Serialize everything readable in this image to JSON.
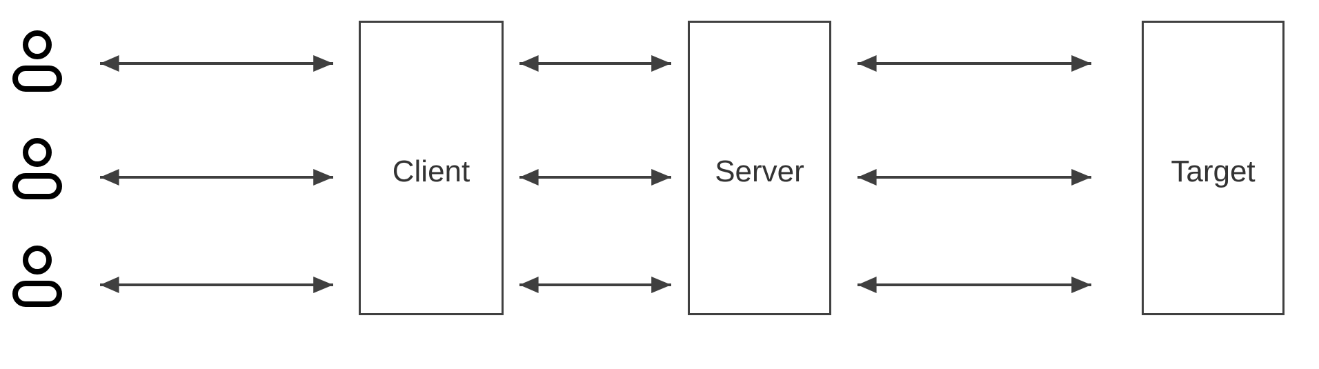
{
  "nodes": [
    {
      "id": "client",
      "label": "Client"
    },
    {
      "id": "server",
      "label": "Server"
    },
    {
      "id": "target",
      "label": "Target"
    }
  ],
  "users": {
    "count": 3,
    "icon": "person-icon"
  },
  "connections": [
    {
      "from": "users",
      "to": "client",
      "type": "bidirectional",
      "count": 3
    },
    {
      "from": "client",
      "to": "server",
      "type": "bidirectional",
      "count": 3
    },
    {
      "from": "server",
      "to": "target",
      "type": "bidirectional",
      "count": 3
    }
  ],
  "colors": {
    "background": "#ffffff",
    "box_border": "#404040",
    "label_text": "#333333",
    "arrow": "#3f3f3f",
    "person_icon": "#000000"
  }
}
